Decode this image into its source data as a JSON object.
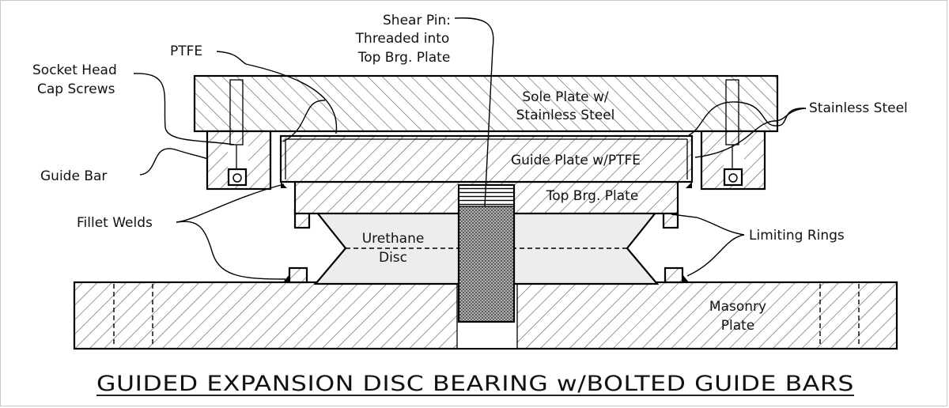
{
  "labels": {
    "shear_pin_1": "Shear Pin:",
    "shear_pin_2": "Threaded into",
    "shear_pin_3": "Top Brg. Plate",
    "ptfe": "PTFE",
    "socket_head_1": "Socket Head",
    "socket_head_2": "Cap Screws",
    "sole_plate_1": "Sole Plate w/",
    "sole_plate_2": "Stainless Steel",
    "stainless_steel": "Stainless Steel",
    "guide_plate": "Guide Plate w/PTFE",
    "top_brg_plate": "Top Brg. Plate",
    "guide_bar": "Guide Bar",
    "fillet_welds": "Fillet Welds",
    "limiting_rings": "Limiting Rings",
    "urethane_1": "Urethane",
    "urethane_2": "Disc",
    "masonry_1": "Masonry",
    "masonry_2": "Plate"
  },
  "caption": "GUIDED EXPANSION DISC BEARING w/BOLTED GUIDE BARS",
  "colors": {
    "line": "#000000",
    "urethane_fill": "#ededed",
    "pin_fill": "#8c8c8c",
    "background": "#ffffff"
  }
}
